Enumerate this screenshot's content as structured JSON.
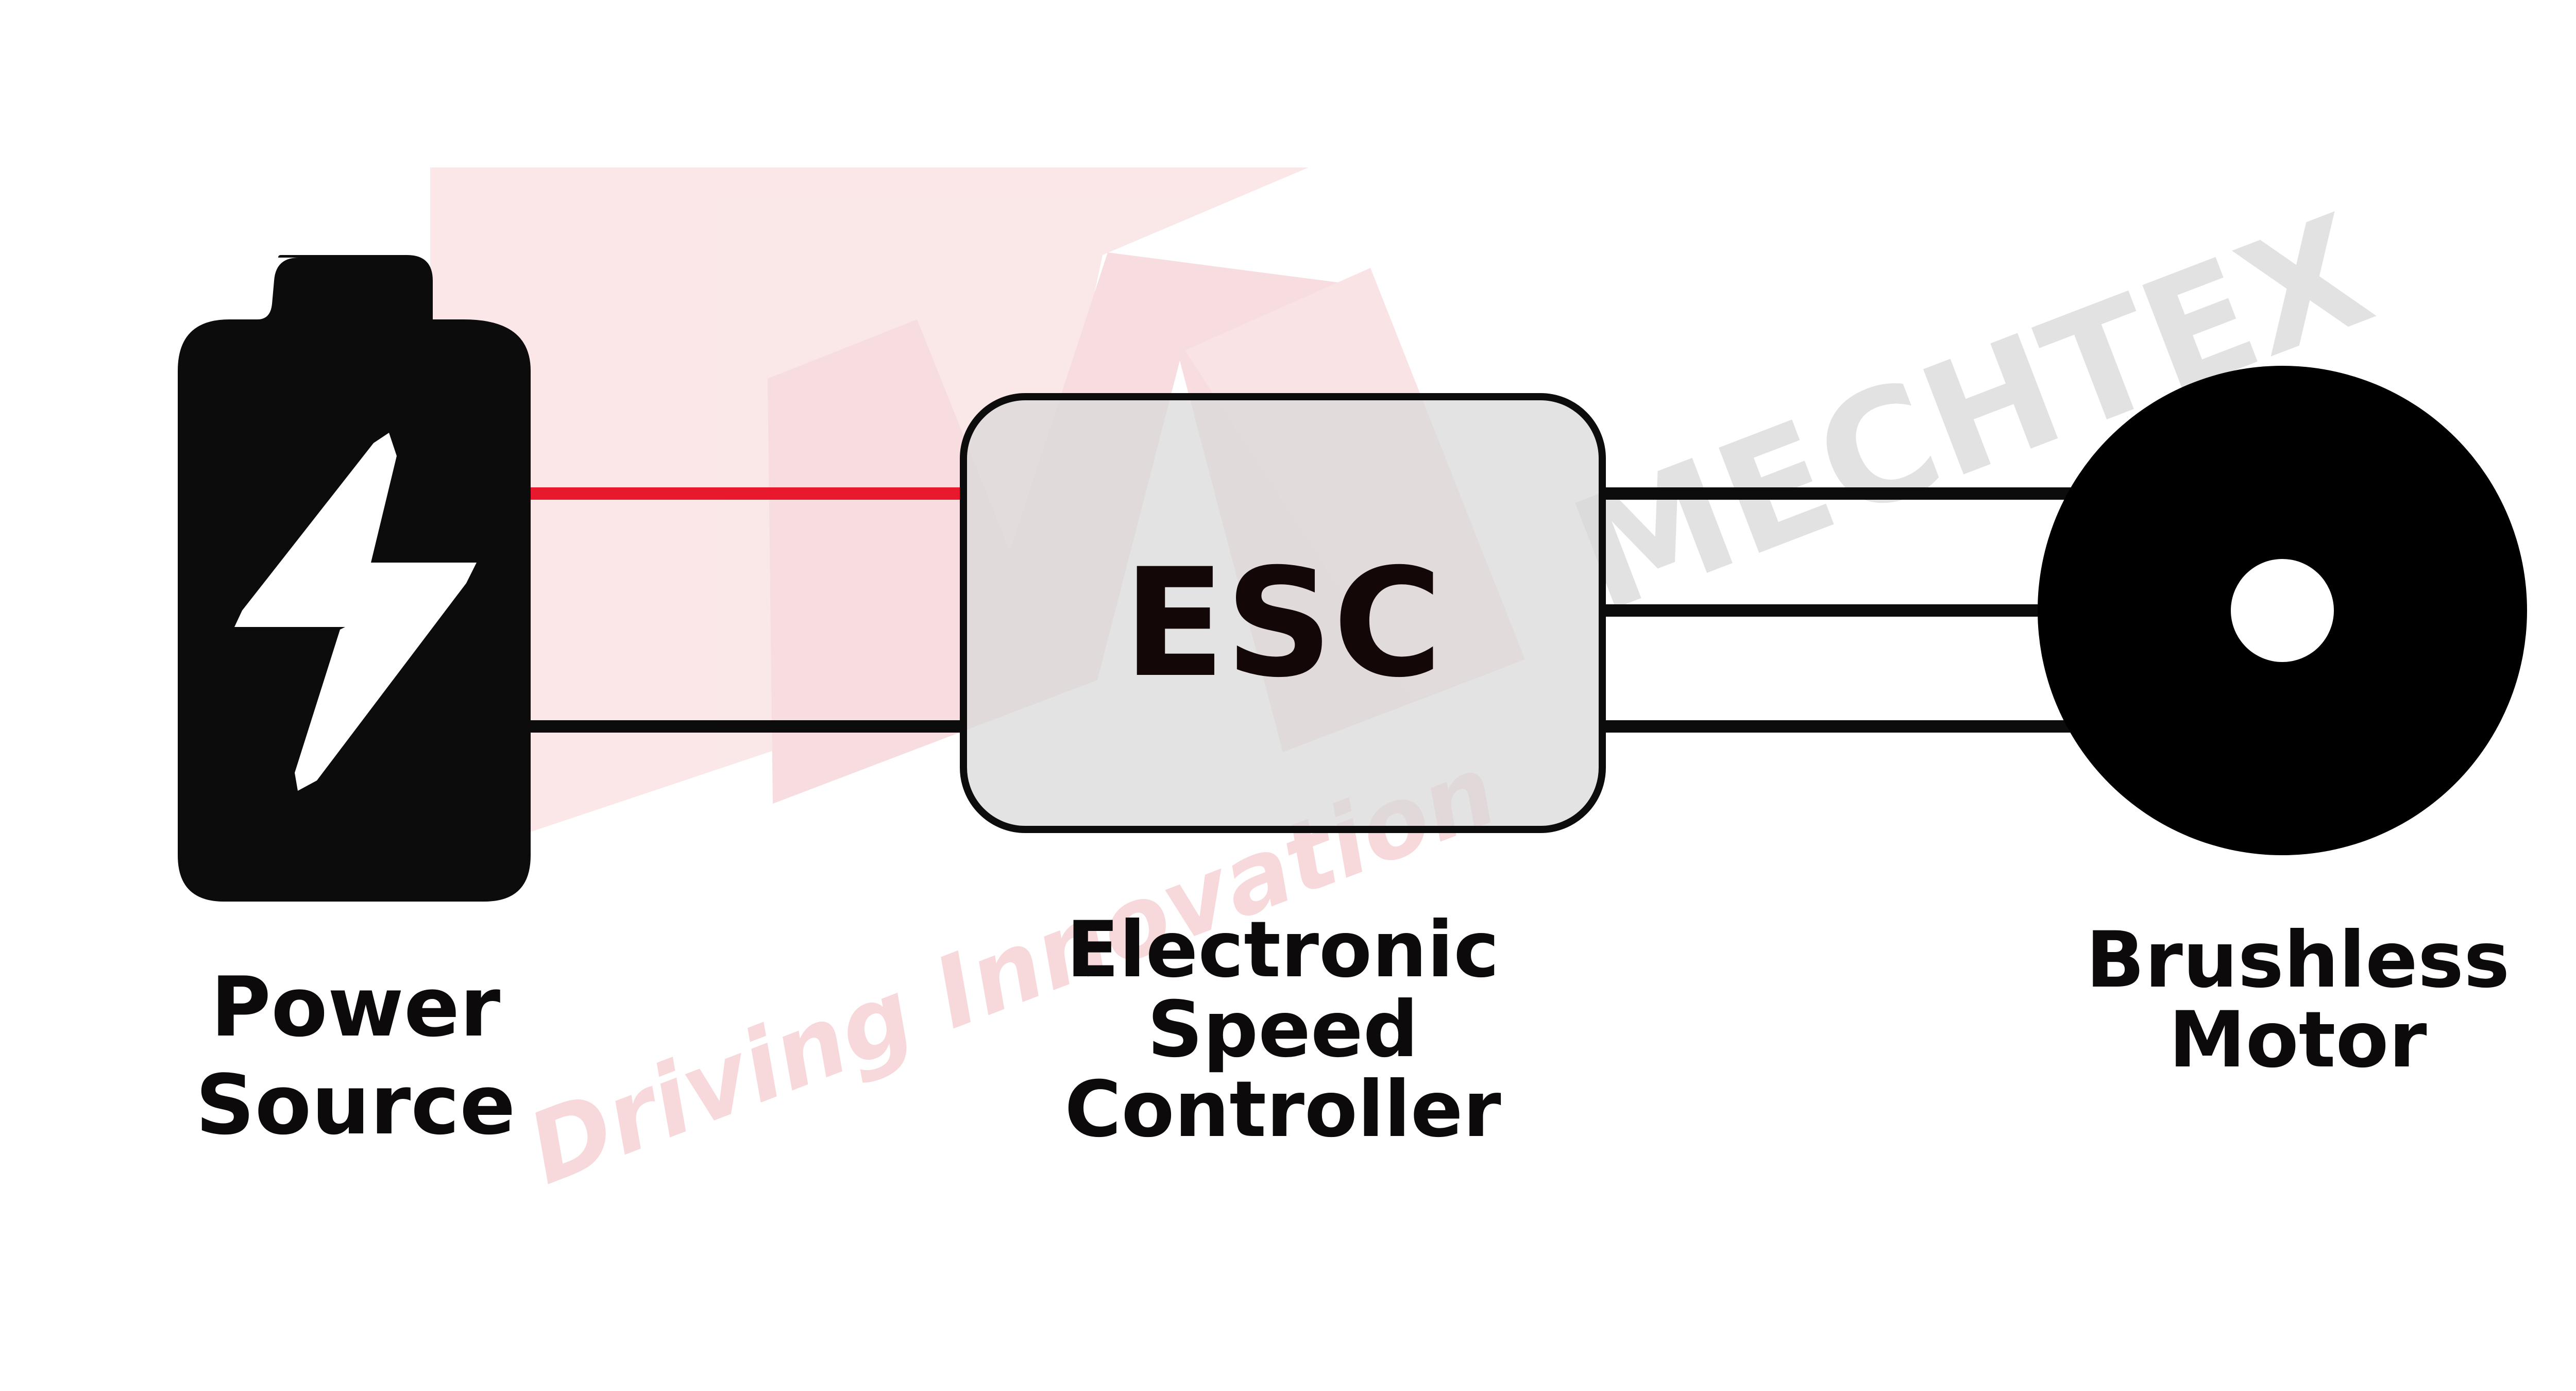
{
  "components": {
    "power_source": {
      "label_line1": "Power",
      "label_line2": "Source"
    },
    "esc": {
      "abbreviation": "ESC",
      "label_line1": "Electronic",
      "label_line2": "Speed",
      "label_line3": "Controller"
    },
    "motor": {
      "label_line1": "Brushless",
      "label_line2": "Motor"
    }
  },
  "watermark": {
    "brand": "MECHTEX",
    "tagline": "Driving Innovation"
  },
  "colors": {
    "positive_wire": "#e8192c",
    "negative_wire": "#0c0c0c",
    "phase_wires": "#0c0c0c",
    "battery": "#0c0c0c",
    "esc_fill": "#e5e5e5",
    "motor": "#000000",
    "watermark_logo": "#f7d7d9",
    "watermark_text": "#d9d9d9"
  },
  "icons": {
    "battery": "battery-charging-icon",
    "motor": "motor-circle-icon"
  }
}
